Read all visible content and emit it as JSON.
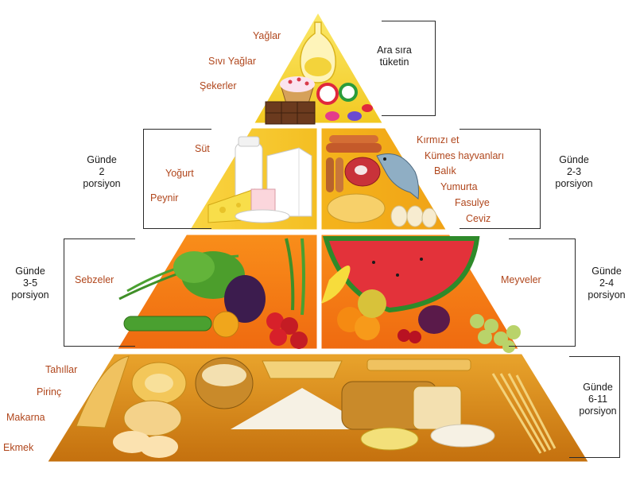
{
  "tiers": {
    "top": {
      "items": [
        "Yağlar",
        "Sıvı Yağlar",
        "Şekerler"
      ],
      "note": [
        "Ara sıra",
        "tüketin"
      ]
    },
    "dairy": {
      "items": [
        "Süt",
        "Yoğurt",
        "Peynir"
      ],
      "note": [
        "Günde",
        "2",
        "porsiyon"
      ]
    },
    "protein": {
      "items": [
        "Kırmızı et",
        "Kümes hayvanları",
        "Balık",
        "Yumurta",
        "Fasulye",
        "Ceviz"
      ],
      "note": [
        "Günde",
        "2-3",
        "porsiyon"
      ]
    },
    "vegetables": {
      "items": [
        "Sebzeler"
      ],
      "note": [
        "Günde",
        "3-5",
        "porsiyon"
      ]
    },
    "fruits": {
      "items": [
        "Meyveler"
      ],
      "note": [
        "Günde",
        "2-4",
        "porsiyon"
      ]
    },
    "grains": {
      "items": [
        "Tahıllar",
        "Pirinç",
        "Makarna",
        "Ekmek"
      ],
      "note": [
        "Günde",
        "6-11",
        "porsiyon"
      ]
    }
  },
  "colors": {
    "top": "#f4d630",
    "dairy": "#f6c928",
    "protein": "#f4b41c",
    "vegetables": "#f47b12",
    "fruits": "#f26c10",
    "grains": "#d98a18",
    "label": "#b0461c",
    "text": "#1a1a1a"
  }
}
